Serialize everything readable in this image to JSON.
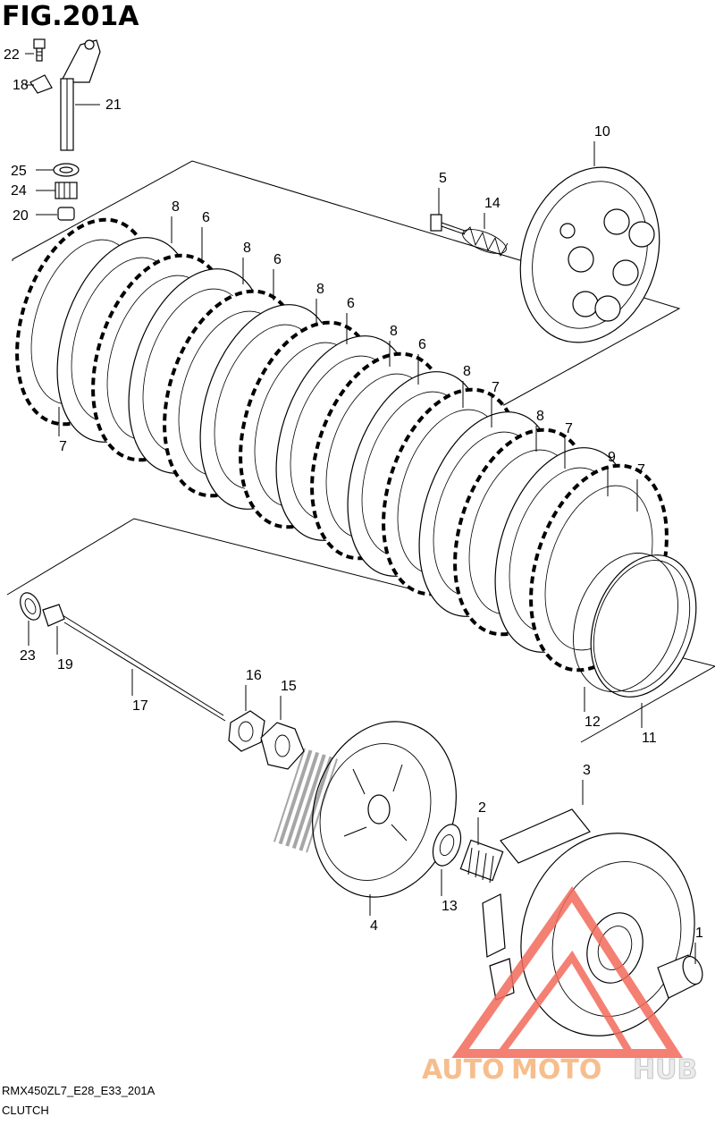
{
  "figure": {
    "title": "FIG.201A",
    "model_code": "RMX450ZL7_E28_E33_201A",
    "section": "CLUTCH"
  },
  "watermark": {
    "text_a": "AUTO",
    "text_b": "MOTO",
    "text_c": "HUB",
    "color_primary": "#f5b37a",
    "color_secondary": "#e8e8e8",
    "logo_color": "#f26b5b"
  },
  "callouts": [
    {
      "id": "c1",
      "label": "1"
    },
    {
      "id": "c2",
      "label": "2"
    },
    {
      "id": "c3",
      "label": "3"
    },
    {
      "id": "c4",
      "label": "4"
    },
    {
      "id": "c5",
      "label": "5"
    },
    {
      "id": "c6a",
      "label": "6"
    },
    {
      "id": "c6b",
      "label": "6"
    },
    {
      "id": "c6c",
      "label": "6"
    },
    {
      "id": "c6d",
      "label": "6"
    },
    {
      "id": "c7a",
      "label": "7"
    },
    {
      "id": "c7b",
      "label": "7"
    },
    {
      "id": "c7c",
      "label": "7"
    },
    {
      "id": "c7d",
      "label": "7"
    },
    {
      "id": "c8a",
      "label": "8"
    },
    {
      "id": "c8b",
      "label": "8"
    },
    {
      "id": "c8c",
      "label": "8"
    },
    {
      "id": "c8d",
      "label": "8"
    },
    {
      "id": "c8e",
      "label": "8"
    },
    {
      "id": "c8f",
      "label": "8"
    },
    {
      "id": "c9",
      "label": "9"
    },
    {
      "id": "c10",
      "label": "10"
    },
    {
      "id": "c11",
      "label": "11"
    },
    {
      "id": "c12",
      "label": "12"
    },
    {
      "id": "c13",
      "label": "13"
    },
    {
      "id": "c14",
      "label": "14"
    },
    {
      "id": "c15",
      "label": "15"
    },
    {
      "id": "c16",
      "label": "16"
    },
    {
      "id": "c17",
      "label": "17"
    },
    {
      "id": "c18",
      "label": "18"
    },
    {
      "id": "c19",
      "label": "19"
    },
    {
      "id": "c20",
      "label": "20"
    },
    {
      "id": "c21",
      "label": "21"
    },
    {
      "id": "c22",
      "label": "22"
    },
    {
      "id": "c23",
      "label": "23"
    },
    {
      "id": "c24",
      "label": "24"
    },
    {
      "id": "c25",
      "label": "25"
    }
  ]
}
